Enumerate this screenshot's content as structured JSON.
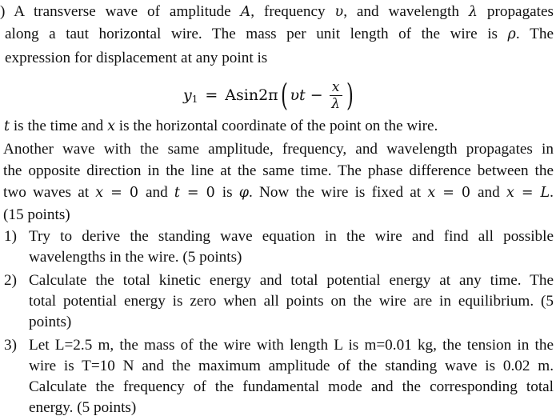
{
  "problem": {
    "intro_lines": [
      ") A transverse wave of amplitude ",
      "along a taut horizontal wire. The mass per unit length of the wire is ",
      "expression for displacement at any point is"
    ],
    "symbols": {
      "amplitude": "A",
      "frequency": "υ",
      "wavelength": "λ",
      "density": "ρ",
      "time": "t",
      "coordinate": "x",
      "phase": "φ",
      "length": "L"
    },
    "equation": {
      "lhs": "y",
      "lhs_sub": "1",
      "equals": "=",
      "func": "Asin2π",
      "inner_a": "υt",
      "minus": "−",
      "num": "x",
      "den": "λ",
      "full": "y1 = Asin2π(υt − x/λ)"
    },
    "desc_line": " is the time and ",
    "desc_line_end": " is the horizontal coordinate of the point on the wire.",
    "second_para": [
      " Another wave with the same amplitude, frequency, and wavelength propagates in",
      "the opposite direction in the line at the same time. The phase difference between the",
      "two waves at ",
      "(15 points)"
    ],
    "total_points": "(15 points)",
    "questions": [
      {
        "num": "1)",
        "lines": [
          "Try to derive the standing wave equation in the wire and find all possible",
          "wavelengths in the wire. (5 points)"
        ]
      },
      {
        "num": "2)",
        "lines": [
          "Calculate the total kinetic energy and total potential energy at any time. The",
          "total potential energy is zero when all points on the wire are in equilibrium. (5",
          "points)"
        ]
      },
      {
        "num": "3)",
        "lines": [
          "Let L=2.5 m, the mass of the wire with length L is m=0.01 kg, the tension in the",
          "wire is T=10 N and the maximum amplitude of the standing wave is 0.02 m.",
          "Calculate the frequency of the fundamental mode and the corresponding total",
          "energy. (5 points)"
        ]
      }
    ]
  }
}
